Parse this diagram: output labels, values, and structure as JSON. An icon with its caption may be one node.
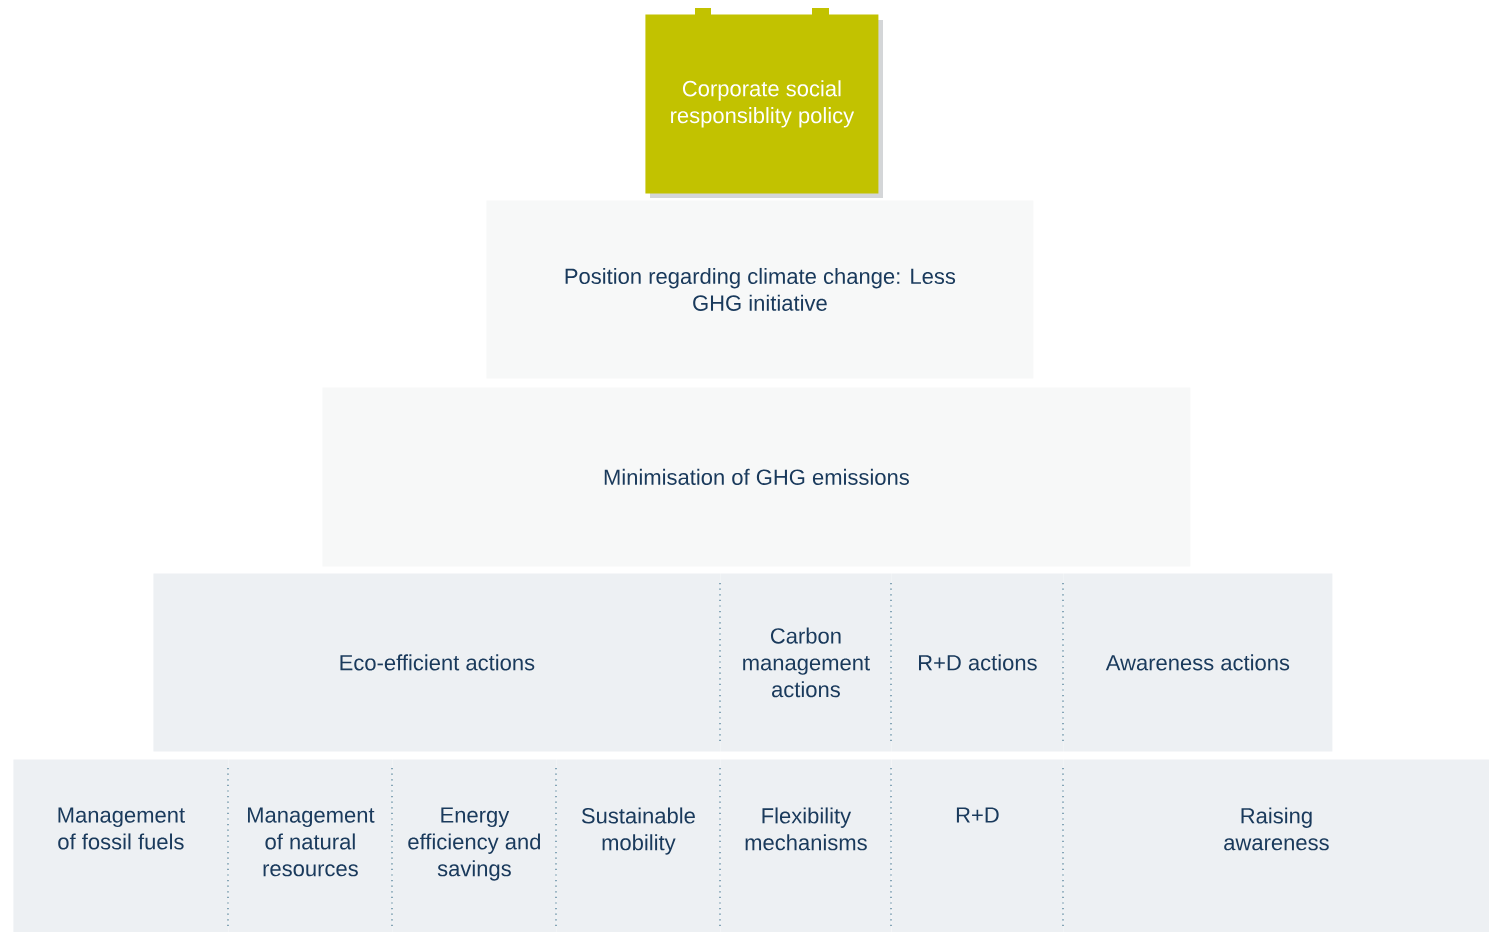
{
  "diagram": {
    "nodes": [
      {
        "text": [
          "Corporate social responsiblity policy"
        ]
      },
      {
        "text": [
          "Position regarding climate change: Less GHG initiative"
        ]
      },
      {
        "text": [
          "Minimisation of GHG emissions"
        ]
      },
      {
        "text": [
          "Eco-efficient actions"
        ]
      },
      {
        "text": [
          "Carbon management actions"
        ]
      },
      {
        "text": [
          "R+D actions"
        ]
      },
      {
        "text": [
          "Awareness actions"
        ]
      },
      {
        "text": [
          "Management of fossil fuels"
        ]
      },
      {
        "text": [
          "Management of natural resources"
        ]
      },
      {
        "text": [
          "Energy efficiency and savings"
        ]
      },
      {
        "text": [
          "Sustainable mobility"
        ]
      },
      {
        "text": [
          "Flexibility mechanisms"
        ]
      },
      {
        "text": [
          "R+D"
        ]
      },
      {
        "text": [
          "Raising awareness"
        ]
      }
    ]
  }
}
